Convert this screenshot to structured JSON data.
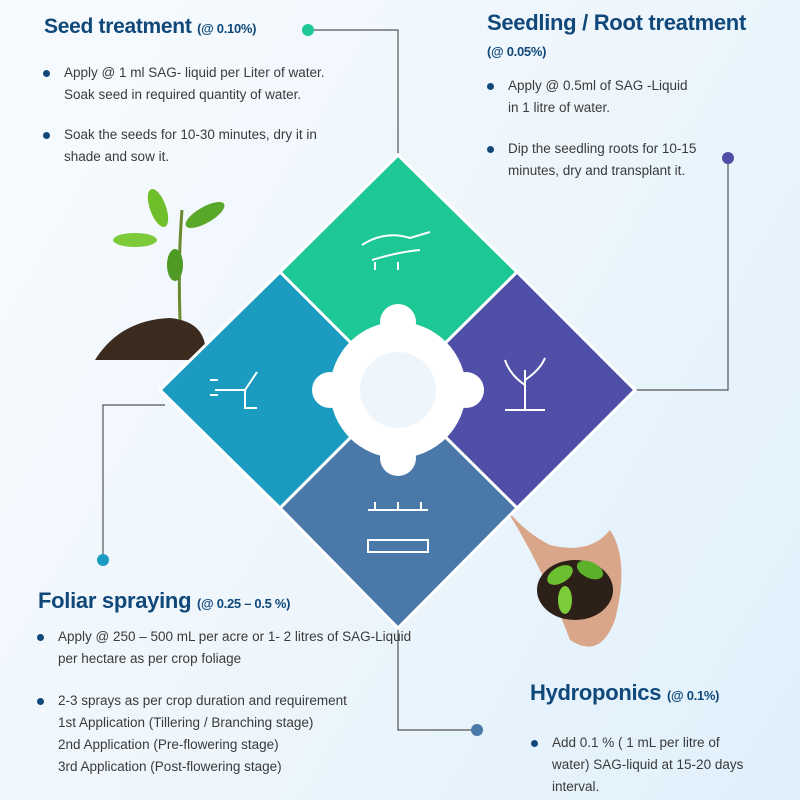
{
  "seed": {
    "title": "Seed treatment",
    "rate": "(@ 0.10%)",
    "bullets": [
      "Apply @ 1 ml SAG- liquid per Liter of water. Soak seed in required quantity of water.",
      "Soak the seeds for 10-30 minutes, dry it in shade and sow it."
    ]
  },
  "seedling": {
    "title": "Seedling / Root treatment",
    "rate": "(@ 0.05%)",
    "bullets": [
      "Apply @ 0.5ml of SAG -Liquid in 1 litre of water.",
      "Dip the seedling roots for 10-15 minutes, dry and transplant it."
    ]
  },
  "foliar": {
    "title": "Foliar spraying",
    "rate": "(@ 0.25 – 0.5 %)",
    "bullets": [
      "Apply @ 250 – 500 mL per acre or 1- 2 litres of SAG-Liquid per hectare as per crop foliage",
      "2-3 sprays as per crop duration and requirement"
    ],
    "applications": [
      "1st Application (Tillering / Branching stage)",
      "2nd Application (Pre-flowering stage)",
      "3rd Application (Post-flowering stage)"
    ]
  },
  "hydro": {
    "title": "Hydroponics",
    "rate": "(@ 0.1%)",
    "bullets": [
      "Add 0.1 % ( 1 mL per litre of water) SAG-liquid at 15-20 days interval."
    ]
  },
  "colors": {
    "seed": "#1ec796",
    "seedling": "#4f4fa8",
    "foliar": "#1a9bbf",
    "hydro": "#4a78a8",
    "heading": "#10487a"
  }
}
